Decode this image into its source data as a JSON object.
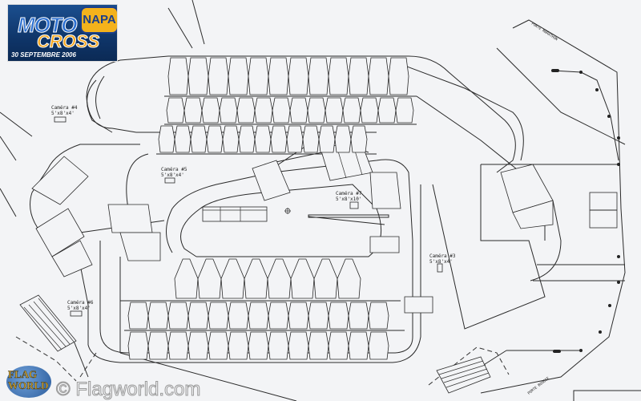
{
  "logo": {
    "brand_top": "MOTO",
    "brand_bottom": "CROSS",
    "sponsor": "NAPA",
    "date": "30 SEPTEMBRE 2006"
  },
  "cameras": [
    {
      "name": "Caméra #4",
      "size": "5'x8'x4'"
    },
    {
      "name": "Caméra #5",
      "size": "5'x8'x4'"
    },
    {
      "name": "Caméra #7",
      "size": "5'x8'x10'"
    },
    {
      "name": "Caméra #3",
      "size": "5'x8'x4'"
    },
    {
      "name": "Caméra #6",
      "size": "5'x8'x4'"
    }
  ],
  "gates": {
    "marathon": "PORTE MARATHON",
    "bottom": "PORTE BOOGIE"
  },
  "watermark": {
    "emblem": "FLAG WORLD",
    "site": "© Flagworld.com"
  }
}
